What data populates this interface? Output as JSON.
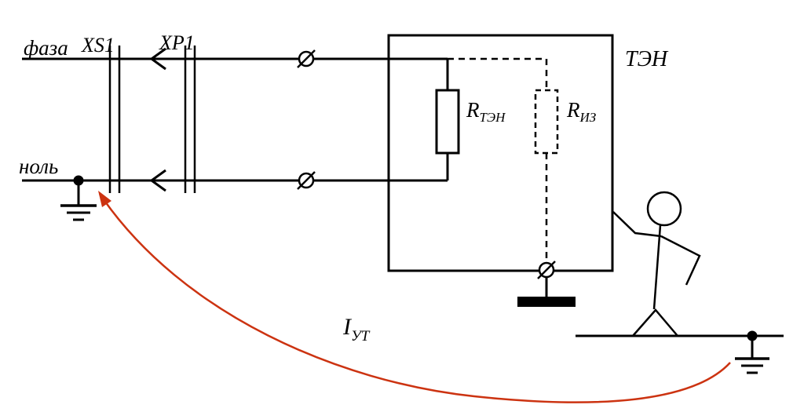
{
  "diagram": {
    "labels": {
      "phase": "фаза",
      "neutral": "ноль",
      "socket": "XS1",
      "plug": "XP1",
      "heater_box": "ТЭН",
      "r_heater": {
        "base": "R",
        "sub": "ТЭН"
      },
      "r_insulation": {
        "base": "R",
        "sub": "ИЗ"
      },
      "leakage_current": {
        "base": "I",
        "sub": "УТ"
      }
    },
    "colors": {
      "wire": "#000000",
      "leakage_arrow": "#cc3311",
      "background": "#ffffff"
    }
  }
}
